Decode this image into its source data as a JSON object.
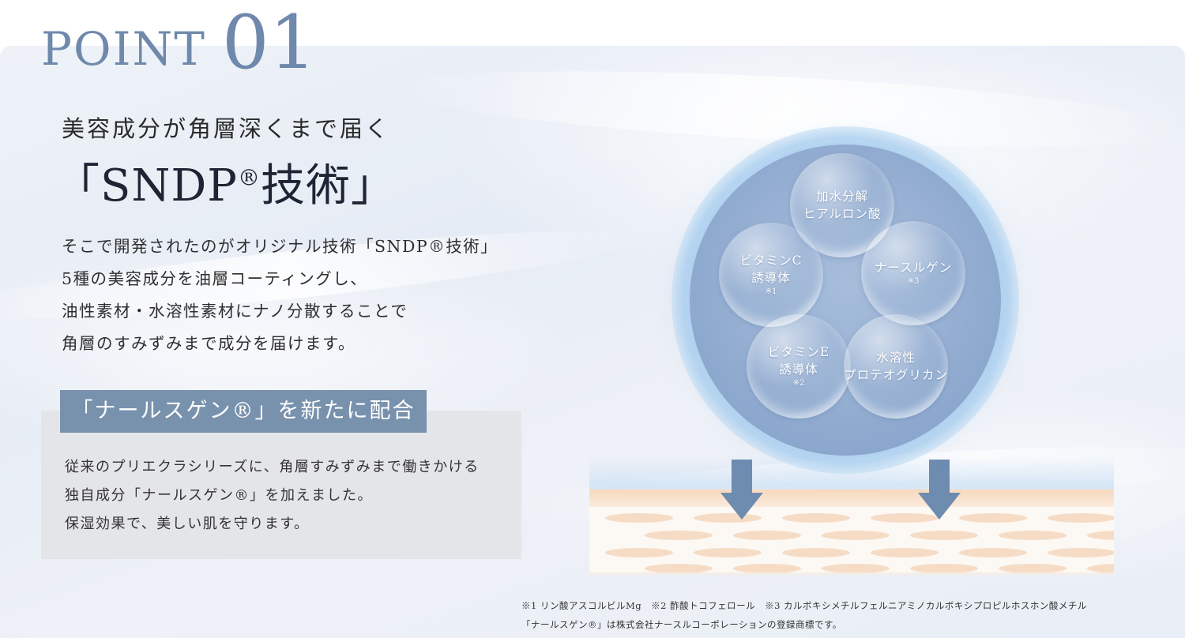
{
  "header": {
    "point_word": "POINT",
    "point_number": "01"
  },
  "intro": {
    "subtitle": "美容成分が角層深くまで届く",
    "heading_prefix": "「SNDP",
    "heading_reg": "®",
    "heading_suffix": "技術」",
    "description_lines": [
      "そこで開発されたのがオリジナル技術「SNDP®技術」",
      "5種の美容成分を油層コーティングし、",
      "油性素材・水溶性素材にナノ分散することで",
      "角層のすみずみまで成分を届けます。"
    ]
  },
  "feature": {
    "tag_label": "「ナールスゲン®」を新たに配合",
    "text_lines": [
      "従来のプリエクラシリーズに、角層すみずみまで働きかける",
      "独自成分「ナールスゲン®」を加えました。",
      "保湿効果で、美しい肌を守ります。"
    ]
  },
  "diagram": {
    "bubbles": [
      {
        "lines": [
          "加水分解",
          "ヒアルロン酸"
        ],
        "note": ""
      },
      {
        "lines": [
          "ビタミンC",
          "誘導体"
        ],
        "note": "※1"
      },
      {
        "lines": [
          "ナースルゲン"
        ],
        "note": "※3"
      },
      {
        "lines": [
          "ビタミンE",
          "誘導体"
        ],
        "note": "※2"
      },
      {
        "lines": [
          "水溶性",
          "プロテオグリカン"
        ],
        "note": ""
      }
    ]
  },
  "footnotes": {
    "line1": "※1 リン酸アスコルビルMg　※2 酢酸トコフェロール　※3 カルボキシメチルフェルニアミノカルボキシプロピルホスホン酸メチル",
    "line2": "「ナールスゲン®」は株式会社ナースルコーポレーションの登録商標です。"
  },
  "colors": {
    "accent": "#6f89ac",
    "tag_bg": "#7891ad",
    "arrow": "#6e8cb0",
    "box_bg": "#e4e5e9"
  }
}
